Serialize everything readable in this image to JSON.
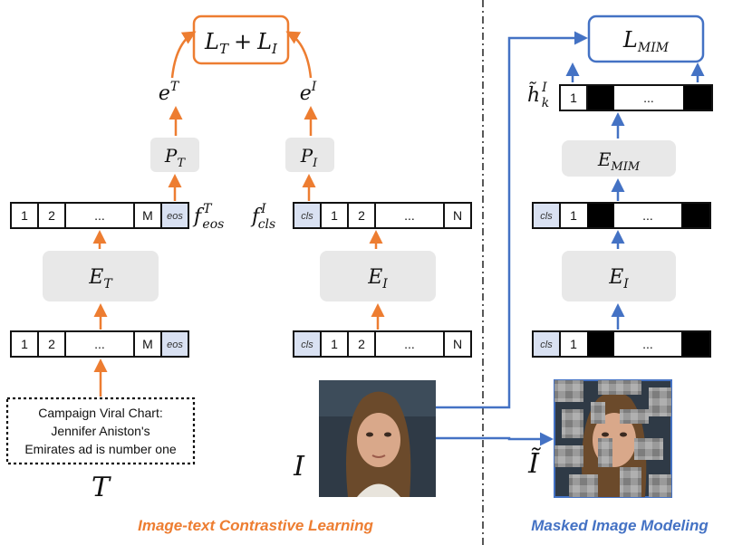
{
  "loss_itc": {
    "main": "L",
    "sub_t": "T",
    "plus": "+",
    "sub_i": "I"
  },
  "loss_mim": {
    "main": "L",
    "sub": "MIM"
  },
  "e_text": {
    "main": "e",
    "sup": "T"
  },
  "e_img": {
    "main": "e",
    "sup": "I"
  },
  "proj_text": {
    "main": "P",
    "sub": "T"
  },
  "proj_img": {
    "main": "P",
    "sub": "I"
  },
  "enc_text": {
    "main": "E",
    "sub": "T"
  },
  "enc_img": {
    "main": "E",
    "sub": "I"
  },
  "enc_img_mim": {
    "main": "E",
    "sub": "I"
  },
  "enc_mim": {
    "main": "E",
    "sub": "MIM"
  },
  "f_eos": {
    "main": "f",
    "sup": "T",
    "sub": "eos"
  },
  "f_cls": {
    "main": "f",
    "sup": "I",
    "sub": "cls"
  },
  "h_tilde": {
    "main": "h̃",
    "sup": "I",
    "sub": "k"
  },
  "text_tokens": [
    "1",
    "2",
    "...",
    "M",
    "eos"
  ],
  "image_tokens": [
    "cls",
    "1",
    "2",
    "...",
    "N"
  ],
  "mim_tokens": [
    "cls",
    "1",
    "...",
    ""
  ],
  "mim_out_tokens": [
    "1",
    "..."
  ],
  "text_input": [
    "Campaign Viral Chart:",
    "Jennifer Aniston's",
    "Emirates ad is number one"
  ],
  "label_T": "T",
  "label_I": "I",
  "label_I_tilde": "Ĩ",
  "caption_left": "Image-text Contrastive Learning",
  "caption_right": "Masked Image Modeling",
  "colors": {
    "orange": "#ED7D31",
    "blue": "#4472C4",
    "gray_box": "#E8E8E8",
    "token_fill": "#D9E1F2"
  }
}
